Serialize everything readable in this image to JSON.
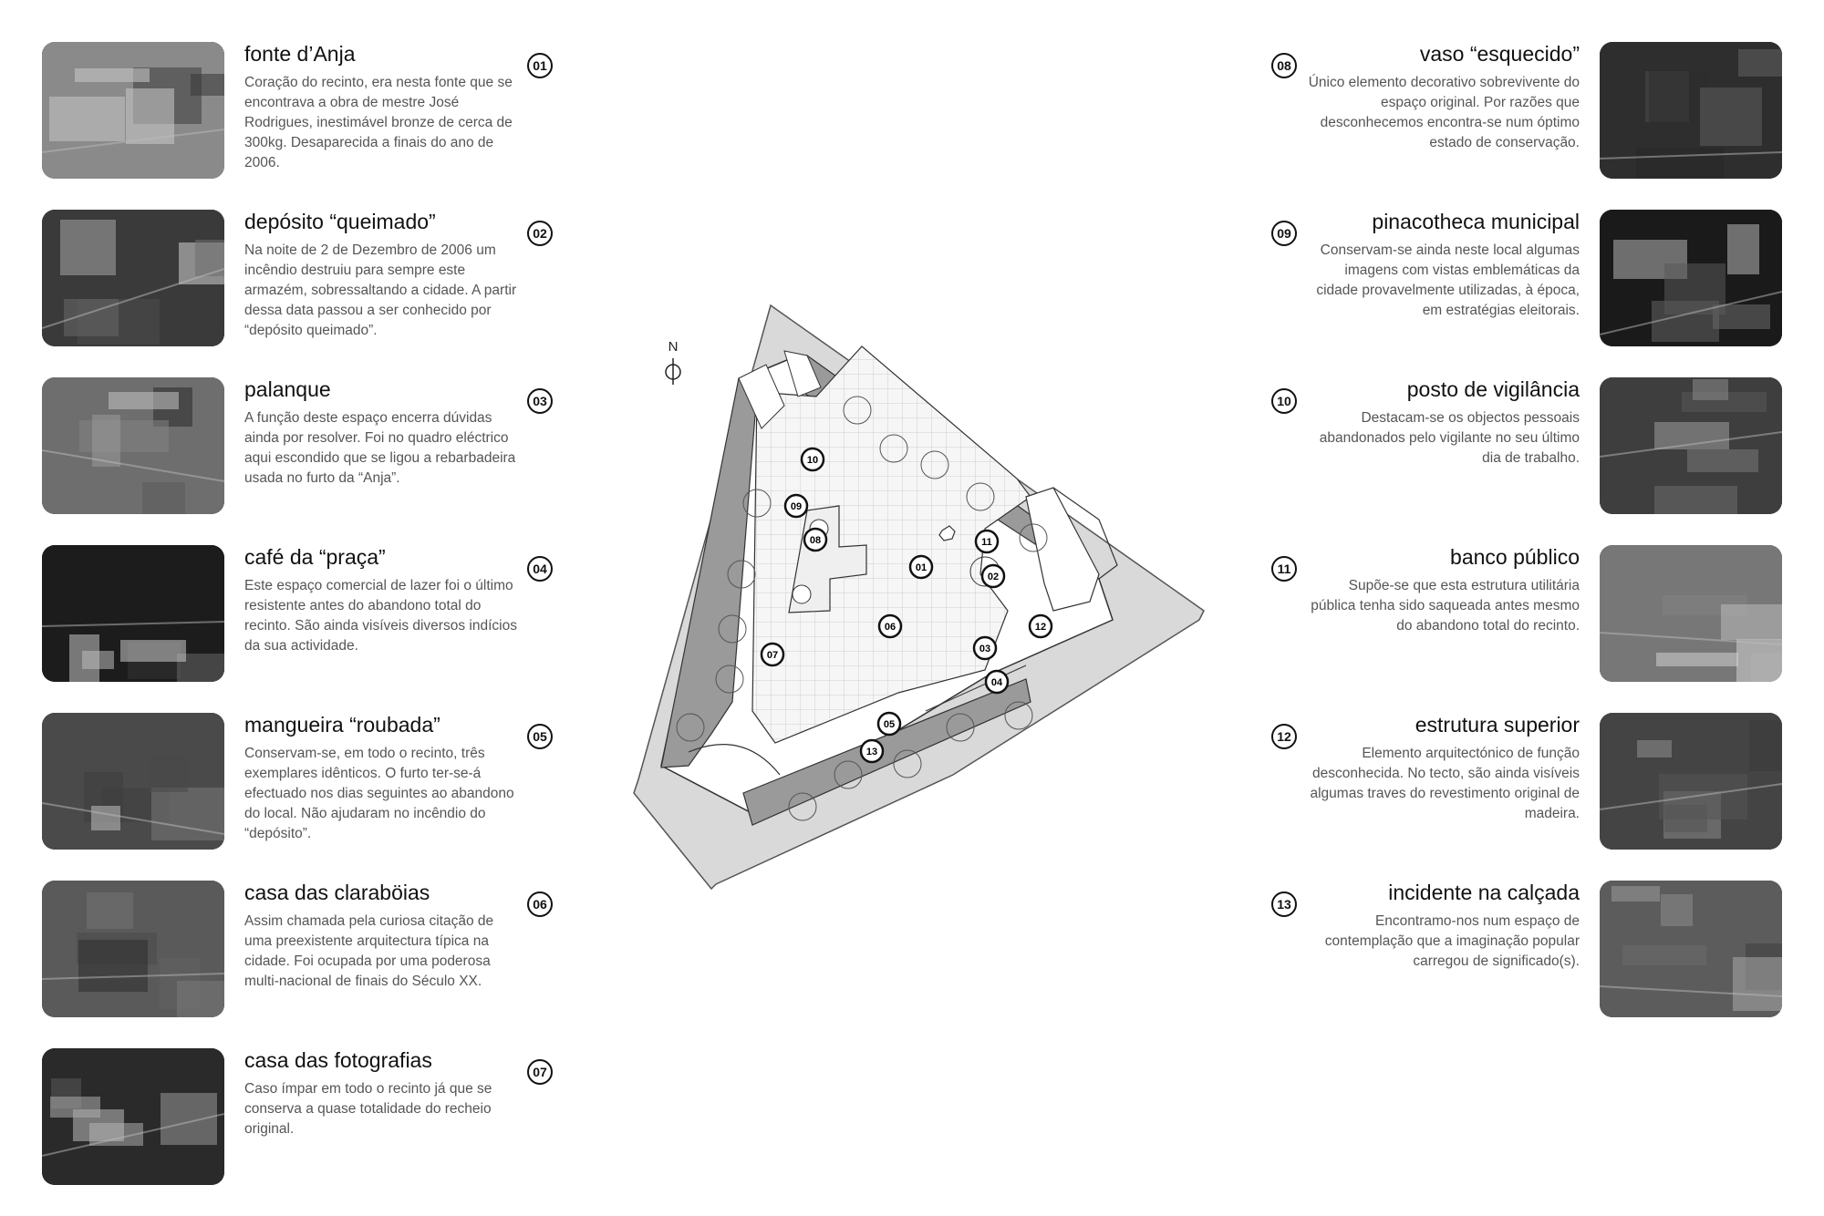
{
  "left_items": [
    {
      "num": "01",
      "title": "fonte d’Anja",
      "desc": "Coração do recinto, era nesta fonte que se encontrava a obra de mestre José Rodrigues, inestimável bronze de cerca de 300kg. Desaparecida a finais do ano de 2006.",
      "tone": "#8a8a8a"
    },
    {
      "num": "02",
      "title": "depósito “queimado”",
      "desc": "Na noite de 2 de Dezembro de 2006 um incêndio destruiu para sempre este armazém, sobressaltando a cidade. A partir dessa data passou a ser conhecido por “depósito queimado”.",
      "tone": "#3a3a3a"
    },
    {
      "num": "03",
      "title": "palanque",
      "desc": "A função deste espaço encerra dúvidas ainda por resolver. Foi no quadro eléctrico aqui escondido que se ligou a rebarbadeira usada no furto da “Anja”.",
      "tone": "#6e6e6e"
    },
    {
      "num": "04",
      "title": "café da “praça”",
      "desc": "Este espaço comercial de lazer foi o último resistente antes do abandono total do recinto. São ainda visíveis diversos indícios da sua actividade.",
      "tone": "#1c1c1c"
    },
    {
      "num": "05",
      "title": "mangueira “roubada”",
      "desc": "Conservam-se, em todo o recinto, três exemplares idênticos. O furto ter-se-á efectuado nos dias seguintes ao abandono do local. Não ajudaram no incêndio do “depósito”.",
      "tone": "#4a4a4a"
    },
    {
      "num": "06",
      "title": "casa das claraböias",
      "desc": "Assim chamada pela curiosa citação de uma preexistente arquitectura típica na cidade. Foi ocupada por uma poderosa multi-nacional de finais do Século XX.",
      "tone": "#5a5a5a"
    },
    {
      "num": "07",
      "title": "casa das fotografias",
      "desc": "Caso ímpar em todo o recinto já que se conserva a quase totalidade do recheio original.",
      "tone": "#2a2a2a"
    }
  ],
  "right_items": [
    {
      "num": "08",
      "title": "vaso “esquecido”",
      "desc": "Único elemento decorativo sobrevivente do espaço original. Por razões que desconhecemos encontra-se num óptimo estado de conservação.",
      "tone": "#2e2e2e"
    },
    {
      "num": "09",
      "title": "pinacotheca municipal",
      "desc": "Conservam-se ainda neste local algumas imagens com vistas emblemáticas da cidade provavelmente utilizadas, à época, em estratégias eleitorais.",
      "tone": "#1a1a1a"
    },
    {
      "num": "10",
      "title": "posto de vigilância",
      "desc": "Destacam-se os objectos pessoais abandonados pelo vigilante no seu último dia de trabalho.",
      "tone": "#3e3e3e"
    },
    {
      "num": "11",
      "title": "banco público",
      "desc": "Supõe-se que esta estrutura utilitária pública tenha sido saqueada antes mesmo do abandono total do recinto.",
      "tone": "#777777"
    },
    {
      "num": "12",
      "title": "estrutura superior",
      "desc": "Elemento arquitectónico de função desconhecida. No tecto, são ainda visíveis algumas traves do revestimento original de madeira.",
      "tone": "#444444"
    },
    {
      "num": "13",
      "title": "incidente na calçada",
      "desc": "Encontramo-nos num espaço de contemplação que a imaginação popular carregou de significado(s).",
      "tone": "#5c5c5c"
    }
  ],
  "plan": {
    "north_label": "N",
    "markers": [
      "01",
      "02",
      "03",
      "04",
      "05",
      "06",
      "07",
      "08",
      "09",
      "10",
      "11",
      "12",
      "13"
    ]
  }
}
